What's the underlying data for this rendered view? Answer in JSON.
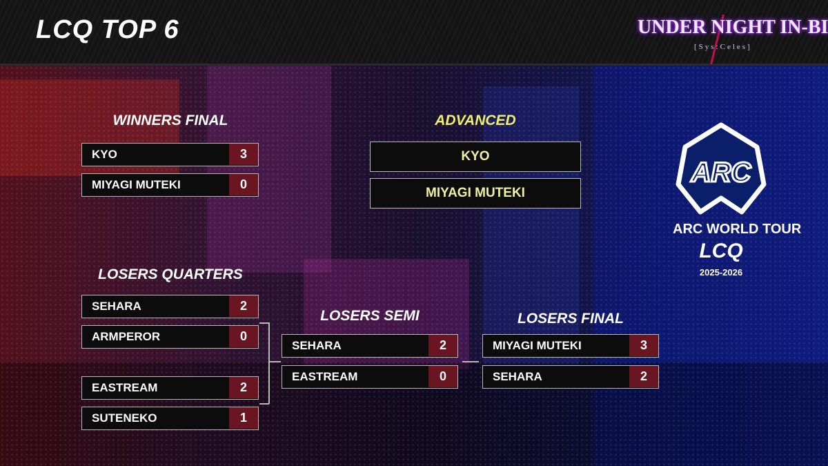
{
  "header": {
    "title": "LCQ TOP 6",
    "game_logo": {
      "title": "UNDER NIGHT IN-BIRTH",
      "subtitle": "[Sys:Celes]"
    }
  },
  "bracket": {
    "winners_final": {
      "label": "WINNERS FINAL",
      "rows": [
        {
          "name": "KYO",
          "score": "3"
        },
        {
          "name": "MIYAGI MUTEKI",
          "score": "0"
        }
      ]
    },
    "advanced": {
      "label": "ADVANCED",
      "players": [
        "KYO",
        "MIYAGI MUTEKI"
      ]
    },
    "losers_quarters": {
      "label": "LOSERS QUARTERS",
      "rows": [
        {
          "name": "SEHARA",
          "score": "2"
        },
        {
          "name": "ARMPEROR",
          "score": "0"
        },
        {
          "name": "EASTREAM",
          "score": "2"
        },
        {
          "name": "SUTENEKO",
          "score": "1"
        }
      ]
    },
    "losers_semi": {
      "label": "LOSERS SEMI",
      "rows": [
        {
          "name": "SEHARA",
          "score": "2"
        },
        {
          "name": "EASTREAM",
          "score": "0"
        }
      ]
    },
    "losers_final": {
      "label": "LOSERS FINAL",
      "rows": [
        {
          "name": "MIYAGI MUTEKI",
          "score": "3"
        },
        {
          "name": "SEHARA",
          "score": "2"
        }
      ]
    }
  },
  "event_logo": {
    "mark": "ARC",
    "line1": "ARC WORLD TOUR",
    "line2": "LCQ",
    "line3": "2025-2026"
  },
  "colors": {
    "score_bg": "#6a1522",
    "advanced_accent": "#f0f06a",
    "row_border": "#b8b8b8"
  }
}
